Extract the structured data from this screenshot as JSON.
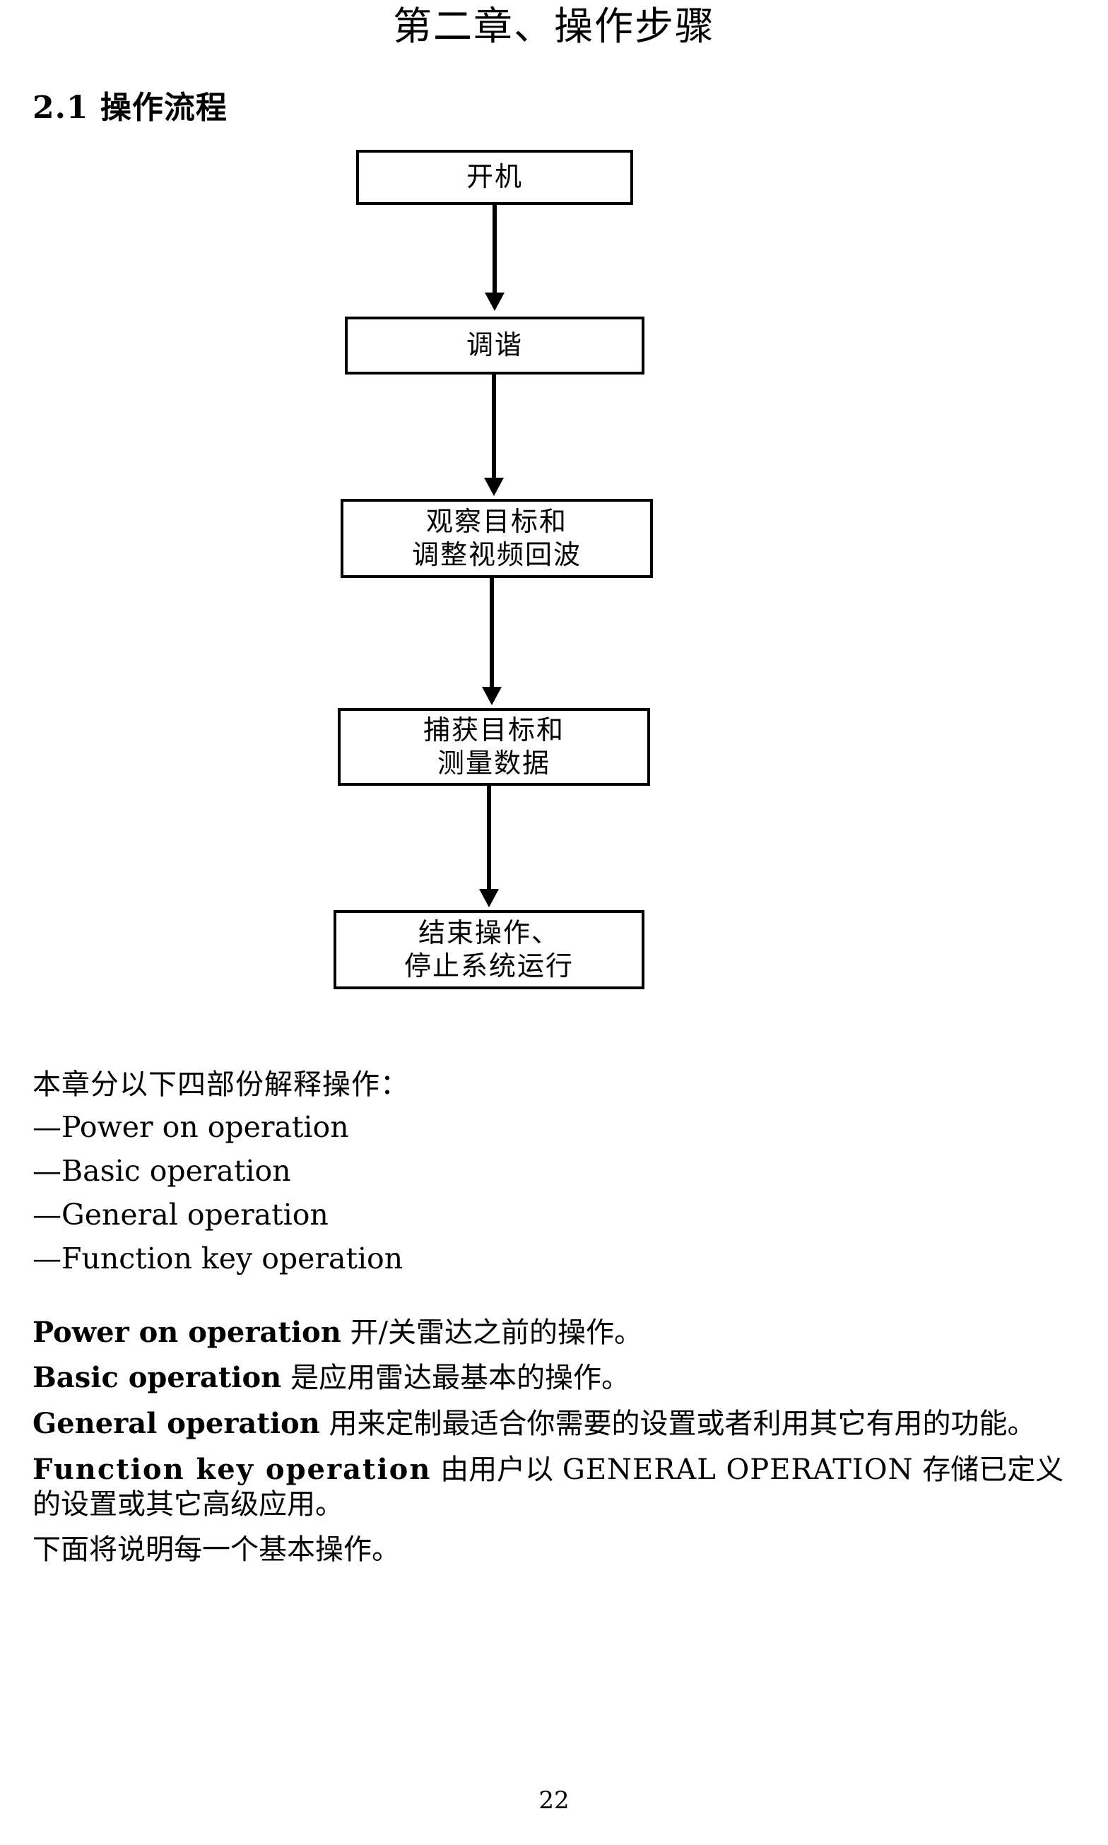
{
  "document": {
    "chapter_title": "第二章、操作步骤",
    "section_heading": "2.1 操作流程",
    "page_number": "22"
  },
  "flowchart": {
    "nodes": [
      {
        "id": "power-on",
        "label": "开机"
      },
      {
        "id": "tune",
        "label": "调谐"
      },
      {
        "id": "observe",
        "line1": "观察目标和",
        "line2": "调整视频回波"
      },
      {
        "id": "capture",
        "line1": "捕获目标和",
        "line2": "测量数据"
      },
      {
        "id": "finish",
        "line1": "结束操作、",
        "line2": "停止系统运行"
      }
    ]
  },
  "body": {
    "intro": "本章分以下四部份解释操作：",
    "dash": "—",
    "list": [
      {
        "text": "Power on operation"
      },
      {
        "text": "Basic operation"
      },
      {
        "text": "General operation"
      },
      {
        "text": "Function key operation"
      }
    ],
    "paragraphs": [
      {
        "term": "Power on operation",
        "rest": " 开/关雷达之前的操作。"
      },
      {
        "term": "Basic operation",
        "rest": " 是应用雷达最基本的操作。"
      },
      {
        "term": "General operation",
        "rest": " 用来定制最适合你需要的设置或者利用其它有用的功能。"
      },
      {
        "term": "Function  key  operation",
        "rest_a": " 由用户以 ",
        "caps": "GENERAL  OPERATION",
        "rest_b": " 存储已定义的设置或其它高级应用。"
      },
      {
        "plain": "下面将说明每一个基本操作。"
      }
    ]
  }
}
